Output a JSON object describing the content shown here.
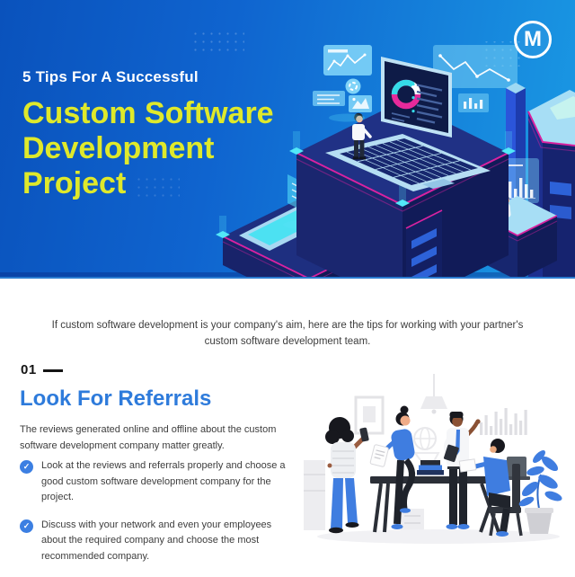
{
  "banner": {
    "logo_letter": "M",
    "kicker": "5 Tips For A Successful",
    "title_lines": [
      "Custom Software",
      "Development",
      "Project"
    ],
    "colors": {
      "bg_gradient_left": "#0a52bc",
      "bg_gradient_right": "#1a9ae4",
      "title_yellow": "#dfe92b",
      "kicker_white": "#ffffff",
      "accent_magenta": "#d922a0",
      "platform_navy": "#203185",
      "panel_cyan": "#8cdefc",
      "laptop_screen_navy": "#0e1b47",
      "donut_cyan": "#35dbe8",
      "donut_magenta": "#e62a9b"
    }
  },
  "intro": {
    "text": "If custom software development is your company's aim, here are the tips for working with your partner's custom software development team."
  },
  "section": {
    "number": "01",
    "title": "Look For Referrals",
    "description": "The reviews generated online and offline about the custom software development company matter greatly.",
    "bullets": [
      "Look at the reviews and referrals properly and choose a good custom software development company for the project.",
      "Discuss with your network and even your employees about the required company and choose the most recommended company."
    ]
  },
  "icons": {
    "check": "✓"
  },
  "colors": {
    "heading_blue": "#2e7bdb",
    "body_text": "#3d3d3d",
    "check_blue": "#3c7fe2",
    "illustration_blue": "#3f7de0"
  }
}
